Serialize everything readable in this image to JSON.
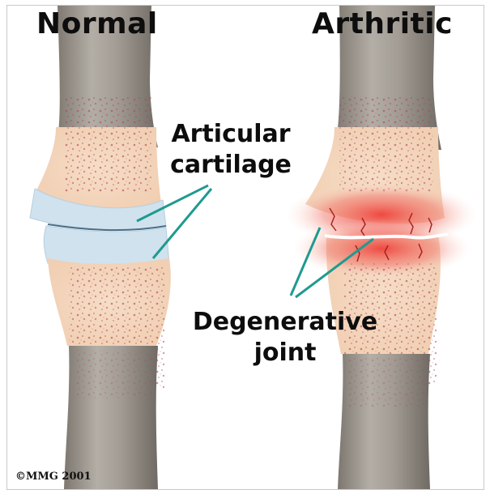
{
  "headings": {
    "normal": "Normal",
    "arthritic": "Arthritic"
  },
  "labels": {
    "articular_line1": "Articular",
    "articular_line2": "cartilage",
    "degenerative_line1": "Degenerative",
    "degenerative_line2": "joint"
  },
  "copyright": "©MMG 2001",
  "colors": {
    "bone_shaft": "#9b958d",
    "bone_end": "#f4d6bd",
    "cartilage": "#cfe2ee",
    "inflammation": "#f0443c",
    "pointer": "#1f9a8f",
    "marrow": "#b04a5a"
  }
}
